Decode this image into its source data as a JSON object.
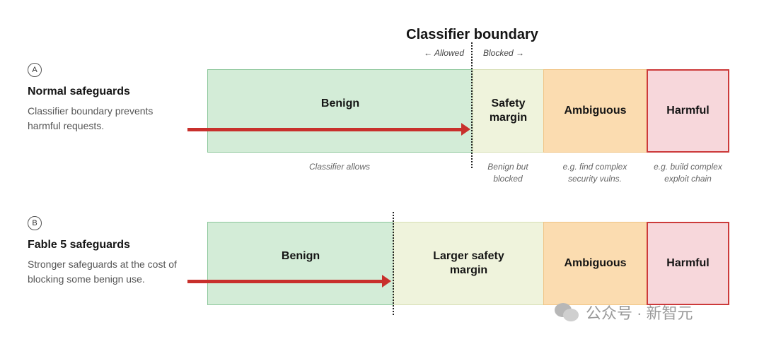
{
  "boundary": {
    "title": "Classifier boundary",
    "allowed": "← Allowed",
    "blocked": "Blocked →"
  },
  "row_a": {
    "badge": "A",
    "title": "Normal safeguards",
    "description": "Classifier boundary prevents harmful requests.",
    "segments": {
      "benign": "Benign",
      "safety": "Safety margin",
      "ambiguous": "Ambiguous",
      "harmful": "Harmful"
    },
    "notes": {
      "benign": "Classifier allows",
      "safety": "Benign but blocked",
      "ambiguous": "e.g. find complex security vulns.",
      "harmful": "e.g. build complex exploit chain"
    }
  },
  "row_b": {
    "badge": "B",
    "title": "Fable 5 safeguards",
    "description": "Stronger safeguards at the cost of blocking some benign use.",
    "segments": {
      "benign": "Benign",
      "safety": "Larger safety margin",
      "ambiguous": "Ambiguous",
      "harmful": "Harmful"
    }
  },
  "colors": {
    "benign": "#d3ecd7",
    "safety_margin": "#eff3dc",
    "ambiguous": "#fbdcb0",
    "harmful": "#f7d7db",
    "arrow": "#c8302c"
  },
  "watermark": "公众号 · 新智元"
}
